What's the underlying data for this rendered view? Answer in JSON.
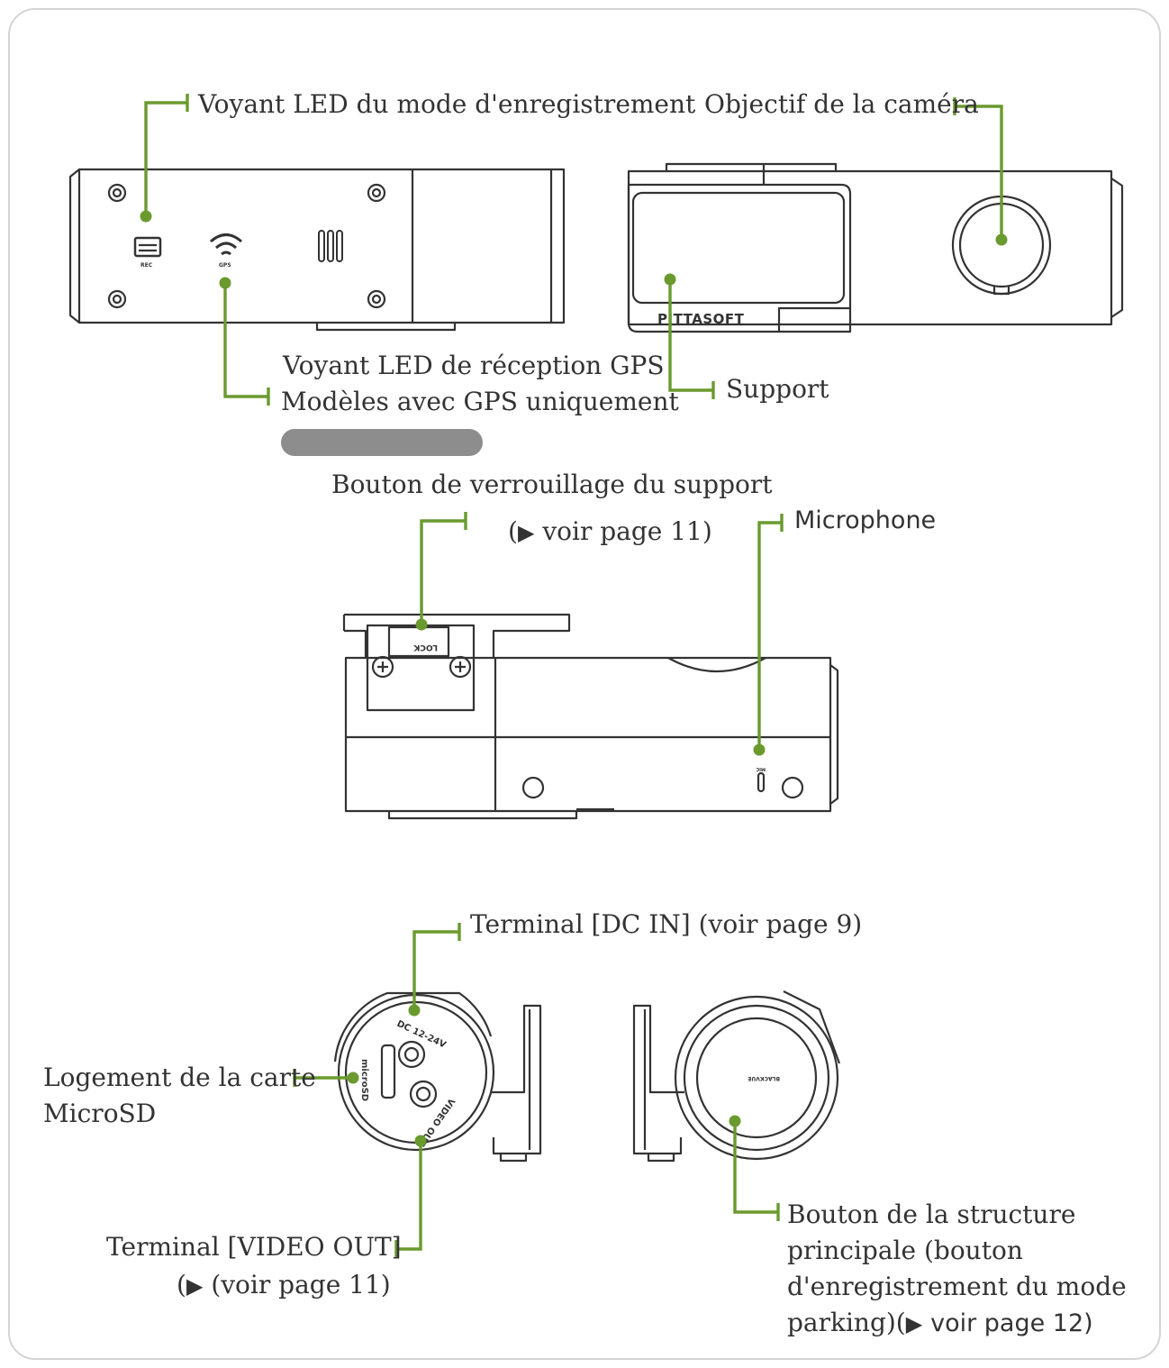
{
  "colors": {
    "leader": "#6a9a2e",
    "outline": "#333333",
    "text": "#333333",
    "pill": "#8d8d8d"
  },
  "labels": {
    "rec_led": "Voyant LED du mode d'enregistrement",
    "lens": "Objectif de la caméra",
    "gps_led_line1": "Voyant LED de réception GPS",
    "gps_led_line2": "Modèles avec GPS uniquement",
    "support": "Support",
    "lock_button": "Bouton de verrouillage du support",
    "lock_ref_arrow": "▶",
    "lock_ref": "voir page 11)",
    "lock_ref_open": "(",
    "microphone": "Microphone",
    "dc_in": "Terminal [DC IN] (voir page 9)",
    "microsd_line1": "Logement de la carte",
    "microsd_line2": "MicroSD",
    "video_out_line1": "Terminal [VIDEO OUT]",
    "video_out_ref_open": "(",
    "video_out_ref_arrow": "▶",
    "video_out_ref": "(voir page 11)",
    "main_button_line1": "Bouton de la structure",
    "main_button_line2": "principale (bouton",
    "main_button_line3": "d'enregistrement du mode",
    "main_button_line4": "parking)(",
    "main_button_arrow": "▶",
    "main_button_ref": "voir page 12)"
  },
  "device_text": {
    "brand": "PITTASOFT",
    "rec": "REC",
    "gps": "GPS",
    "lock": "LOCK",
    "mic": "MIC",
    "dc": "DC 12-24V",
    "video_out": "VIDEO OUT",
    "microsd": "microSD",
    "blackvue": "BLACKVUE"
  },
  "icons": {
    "rec_icon": "sd-card-icon",
    "gps_icon": "wifi-signal-icon",
    "speaker_icon": "speaker-grille-icon",
    "arrow": "play-triangle-icon"
  }
}
